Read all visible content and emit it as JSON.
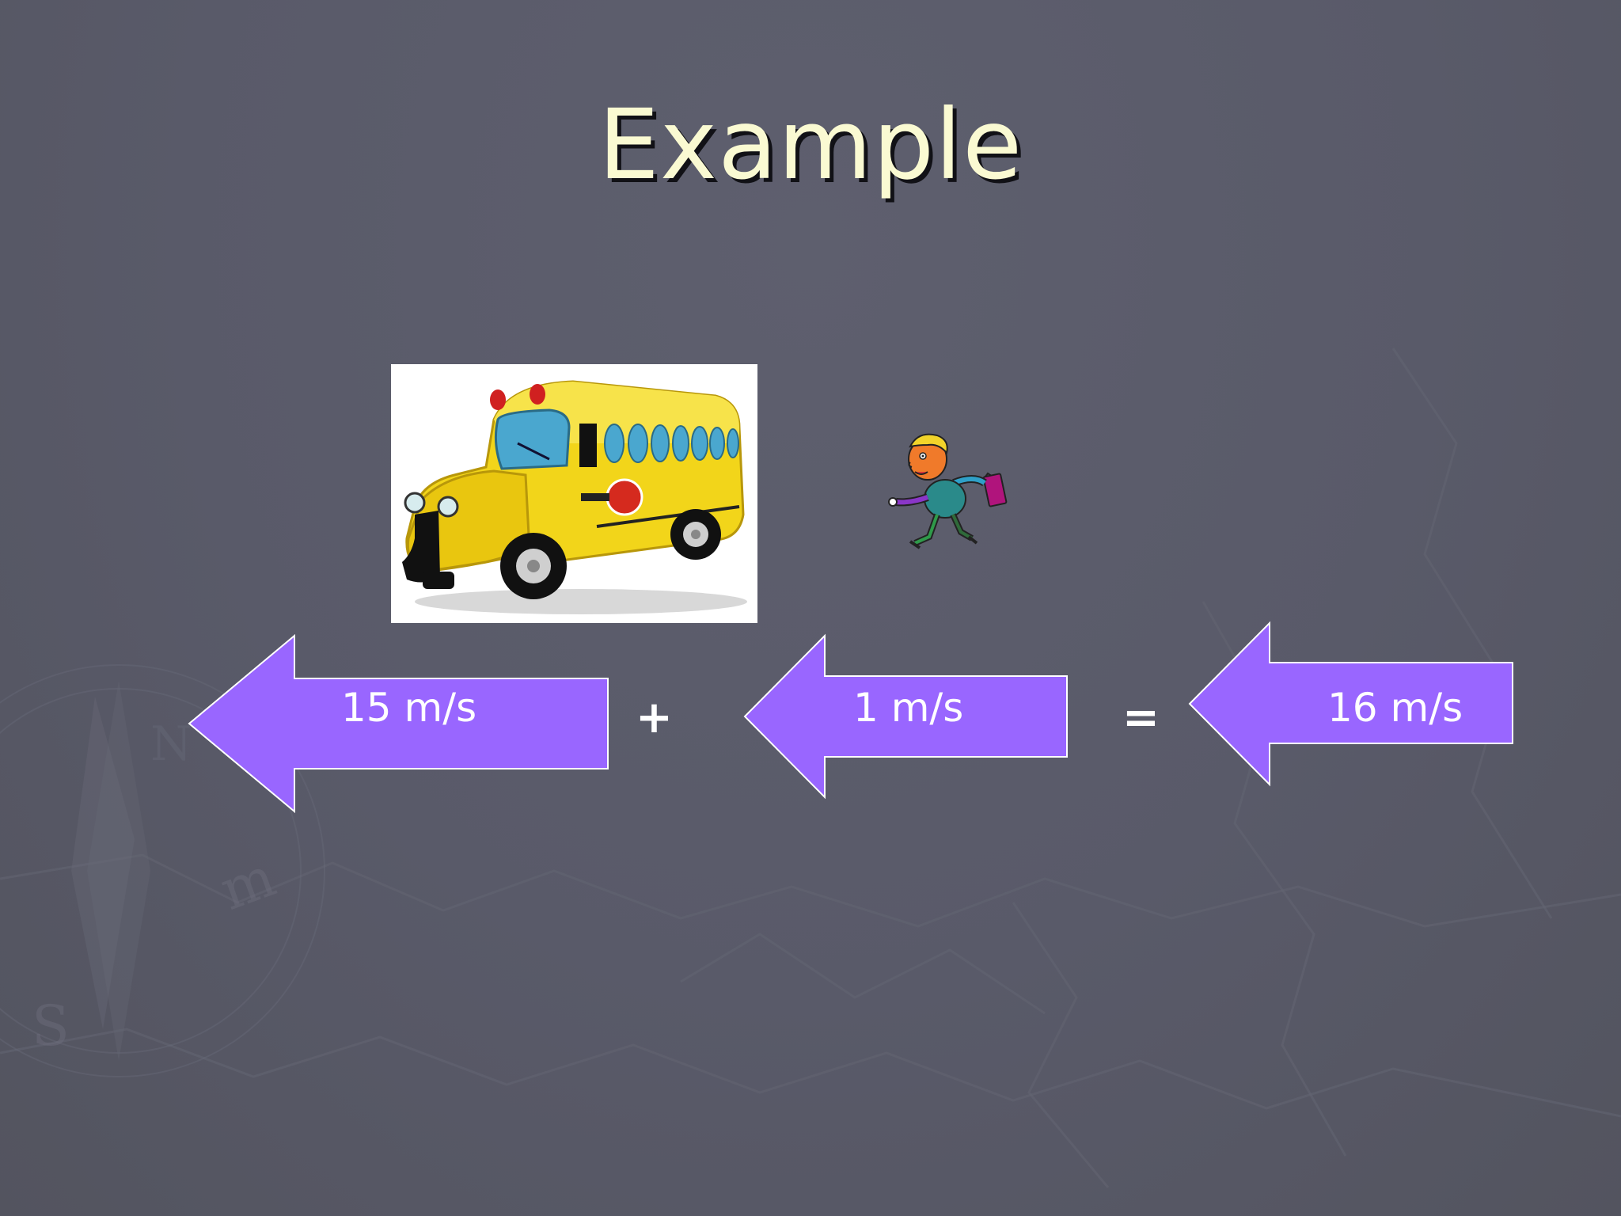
{
  "slide": {
    "title": "Example"
  },
  "images": {
    "bus": "school-bus-clipart",
    "kid": "walking-student-clipart"
  },
  "equation": {
    "bus_velocity": "15 m/s",
    "plus": "+",
    "walker_velocity": "1 m/s",
    "equals": "=",
    "result_velocity": "16 m/s"
  },
  "colors": {
    "background": "#595a69",
    "title": "#fafad2",
    "arrow_fill": "#9966ff",
    "arrow_stroke": "#ffffff",
    "text": "#ffffff"
  }
}
